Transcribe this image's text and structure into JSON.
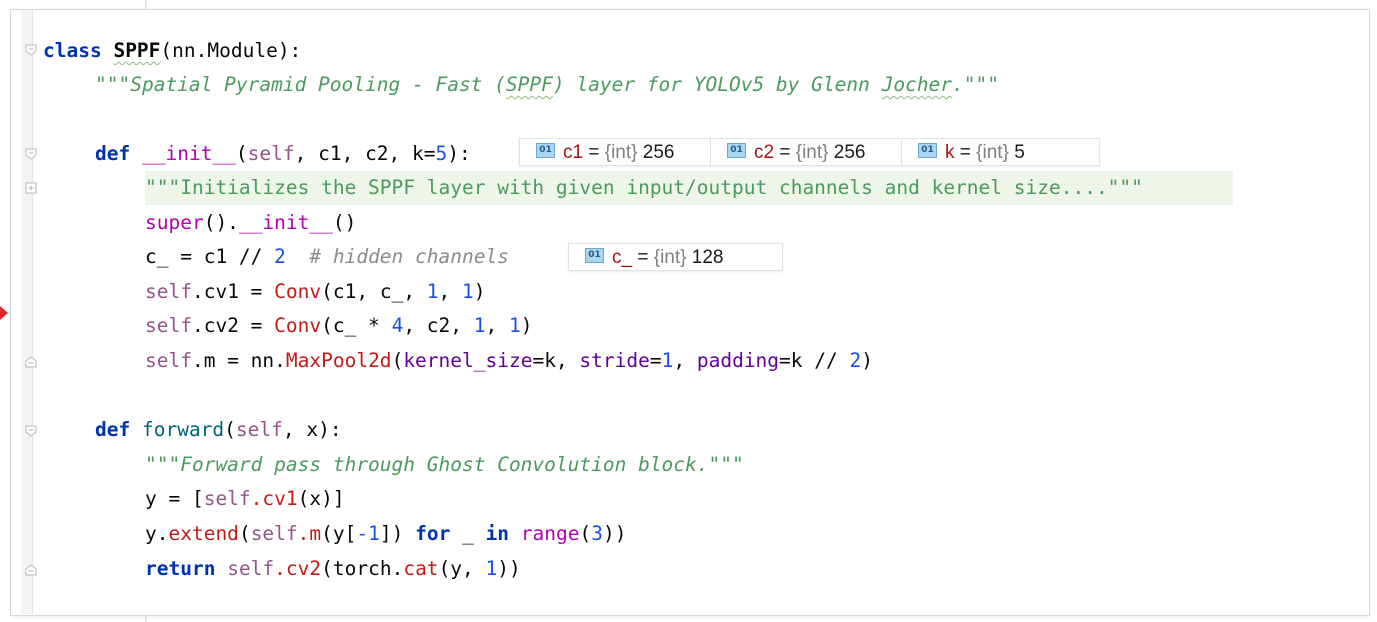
{
  "editor": {
    "language": "python",
    "lines": [
      {
        "id": "class-def",
        "text": [
          "class",
          " ",
          "SPPF",
          "(nn.Module):"
        ]
      },
      {
        "id": "class-doc",
        "text": "\"\"\"Spatial Pyramid Pooling - Fast (SPPF) layer for YOLOv5 by Glenn Jocher.\"\"\""
      },
      {
        "id": "init-def",
        "text": "def __init__(self, c1, c2, k=5):"
      },
      {
        "id": "init-doc",
        "text": "\"\"\"Initializes the SPPF layer with given input/output channels and kernel size....\"\"\""
      },
      {
        "id": "super-call",
        "text": "super().__init__()"
      },
      {
        "id": "hidden-channels",
        "text": "c_ = c1 // 2  # hidden channels"
      },
      {
        "id": "cv1-assign",
        "text": "self.cv1 = Conv(c1, c_, 1, 1)"
      },
      {
        "id": "cv2-assign",
        "text": "self.cv2 = Conv(c_ * 4, c2, 1, 1)"
      },
      {
        "id": "m-assign",
        "text": "self.m = nn.MaxPool2d(kernel_size=k, stride=1, padding=k // 2)"
      },
      {
        "id": "forward-def",
        "text": "def forward(self, x):"
      },
      {
        "id": "forward-doc",
        "text": "\"\"\"Forward pass through Ghost Convolution block.\"\"\""
      },
      {
        "id": "y-init",
        "text": "y = [self.cv1(x)]"
      },
      {
        "id": "y-extend",
        "text": "y.extend(self.m(y[-1]) for _ in range(3))"
      },
      {
        "id": "return-line",
        "text": "return self.cv2(torch.cat(y, 1))"
      }
    ],
    "tokens": {
      "class_kw": "class",
      "class_name": "SPPF",
      "class_base": "(nn.Module):",
      "doc1_a": "\"\"\"Spatial Pyramid Pooling - Fast (",
      "doc1_sppf": "SPPF",
      "doc1_b": ") layer for YOLOv5 by Glenn ",
      "doc1_jocher": "Jocher",
      "doc1_c": ".\"\"\"",
      "def_kw": "def",
      "init_name": "__init__",
      "init_open": "(",
      "self": "self",
      "init_params": ", c1, c2, k=",
      "init_k_default": "5",
      "init_close": "):",
      "doc2": "\"\"\"Initializes the SPPF layer with given input/output channels and kernel size....\"\"\"",
      "super_fn": "super",
      "super_mid": "().",
      "super_init": "__init__",
      "super_end": "()",
      "hc_lhs": "c_ = c1 // ",
      "hc_num": "2",
      "hc_comment": "  # hidden channels",
      "dot_cv1": ".cv1 = ",
      "conv": "Conv",
      "cv1_args_a": "(c1, c_, ",
      "one": "1",
      "comma_sp": ", ",
      "close_paren": ")",
      "dot_cv2": ".cv2 = ",
      "cv2_args_a": "(c_ * ",
      "four": "4",
      "cv2_args_b": ", c2, ",
      "dot_m": ".m = nn.",
      "maxpool": "MaxPool2d",
      "open_paren": "(",
      "kernel_size": "kernel_size",
      "eq_k_comma": "=k, ",
      "stride": "stride",
      "eq": "=",
      "padding": "padding",
      "eq_k_div": "=k // ",
      "two": "2",
      "forward_name": "forward",
      "forward_params": ", x):",
      "doc3": "\"\"\"Forward pass through Ghost Convolution block.\"\"\"",
      "y_init_a": "y = [",
      "dot_cv1_call": ".cv1",
      "y_init_b": "(x)]",
      "y_dot": "y.",
      "extend": "extend",
      "dot_m_call": ".m",
      "y_idx_a": "(y[",
      "neg_one": "-1",
      "y_idx_b": "]) ",
      "for_kw": "for",
      "underscore": " _ ",
      "in_kw": "in",
      "space": " ",
      "range_fn": "range",
      "three": "3",
      "dbl_close": "))",
      "return_kw": "return",
      "dot_cv2_call": ".cv2",
      "torch_a": "(torch.",
      "cat": "cat",
      "torch_b": "(y, ",
      "torch_c": "))"
    }
  },
  "inlays": [
    {
      "id": "c1",
      "badge": "01",
      "name": "c1",
      "eq": " = ",
      "type": "{int}",
      "value": "256"
    },
    {
      "id": "c2",
      "badge": "01",
      "name": "c2",
      "eq": " = ",
      "type": "{int}",
      "value": "256"
    },
    {
      "id": "k",
      "badge": "01",
      "name": "k",
      "eq": " = ",
      "type": "{int}",
      "value": "5"
    },
    {
      "id": "c_",
      "badge": "01",
      "name": "c_",
      "eq": " = ",
      "type": "{int}",
      "value": "128"
    }
  ],
  "colors": {
    "keyword": "#0033b3",
    "docstring": "#4d9a5e",
    "comment": "#8c8c8c",
    "self": "#94558d",
    "number": "#1750eb",
    "function_def": "#00627a",
    "call": "#c41a16",
    "magic_method": "#b200b2",
    "named_param": "#660099",
    "breakpoint": "#e0272d",
    "highlighted_line": "#edf6e8"
  },
  "icons": [
    "breakpoint-marker-icon",
    "fold-icon",
    "int-badge-icon"
  ]
}
